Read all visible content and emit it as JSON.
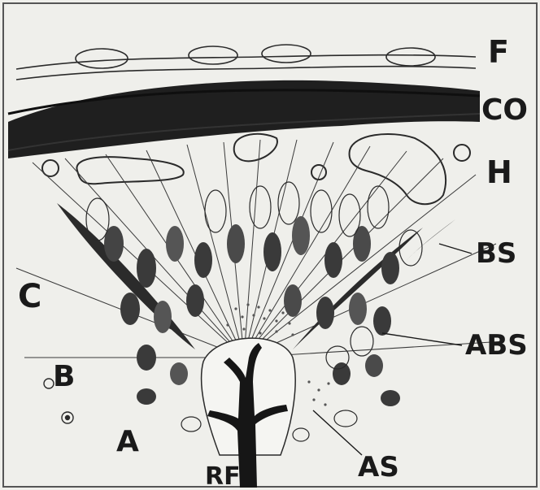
{
  "figure": {
    "labels": {
      "F": "F",
      "CO": "CO",
      "H": "H",
      "BS": "BS",
      "ABS": "ABS",
      "C": "C",
      "B": "B",
      "A": "A",
      "RF": "RF",
      "AS": "AS"
    }
  },
  "colors": {
    "background": "#f2f2ef",
    "ink": "#1a1a1a",
    "dark_tissue": "#2a2a2a",
    "cell_fill": "#9a9a96",
    "nucleus_dark": "#3a3a3a"
  }
}
